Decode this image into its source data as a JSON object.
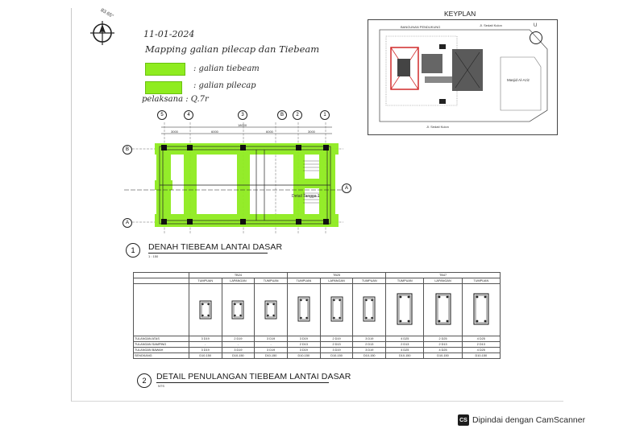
{
  "handwritten": {
    "date": "11-01-2024",
    "title": "Mapping galian pilecap dan Tiebeam",
    "legend_tiebeam": ": galian tiebeam",
    "legend_pilecap": ": galian pilecap",
    "executor": "pelaksana : Q.7r"
  },
  "north_arrow": {
    "angle_label": "83.65°"
  },
  "keyplan": {
    "title": "KEYPLAN",
    "label_building": "BANGUNAN PENDUKUNG",
    "label_road_top": "Jl. Sedati Kulon",
    "label_road_bottom": "Jl. Sedati Kulon",
    "label_mosque": "Masjid Al-Aziz",
    "north_letter": "U"
  },
  "plan": {
    "grid_top": [
      "5",
      "4",
      "3",
      "B",
      "2",
      "1"
    ],
    "grid_left": [
      "B",
      "A"
    ],
    "dim_total": "18000",
    "dims": [
      "3000",
      "6000",
      "6000",
      "3000"
    ],
    "section_marker": "A",
    "callout": "Detail Tangga 1",
    "section_title_num": "1",
    "section_title": "DENAH TIEBEAM LANTAI DASAR",
    "section_scale": "1 : 150"
  },
  "detail": {
    "section_title_num": "2",
    "section_title": "DETAIL PENULANGAN TIEBEAM LANTAI DASAR",
    "section_scale": "NTS",
    "groups": [
      "TB24",
      "TB25",
      "TB47"
    ],
    "subheaders": [
      "TUMPUAN",
      "LAPANGAN",
      "TUMPUAN",
      "TUMPUAN",
      "LAPANGAN",
      "TUMPUAN",
      "TUMPUAN",
      "LAPANGAN",
      "TUMPUAN"
    ],
    "rows": [
      {
        "label": "TULANGAN ATAS",
        "cells": [
          "3 D19",
          "2 D19",
          "3 D19",
          "3 D19",
          "2 D19",
          "3 D19",
          "4 D25",
          "2 D25",
          "4 D25"
        ]
      },
      {
        "label": "TULANGAN SAMPING",
        "cells": [
          "-",
          "-",
          "-",
          "2 D13",
          "2 D13",
          "2 D13",
          "2 D13",
          "2 D13",
          "2 D13"
        ]
      },
      {
        "label": "TULANGAN BAWAH",
        "cells": [
          "3 D19",
          "3 D19",
          "3 D19",
          "3 D19",
          "3 D19",
          "3 D19",
          "4 D25",
          "4 D25",
          "4 D25"
        ]
      },
      {
        "label": "SENGKANG",
        "cells": [
          "D10-150",
          "D10-150",
          "D10-150",
          "D10-150",
          "D10-150",
          "D10-150",
          "D10-150",
          "D10-150",
          "D10-150"
        ]
      }
    ]
  },
  "badge": {
    "icon": "CS",
    "text": "Dipindai dengan CamScanner"
  },
  "colors": {
    "highlight": "#8fec1f",
    "line": "#222222",
    "hatch_red": "#d12a2a"
  }
}
